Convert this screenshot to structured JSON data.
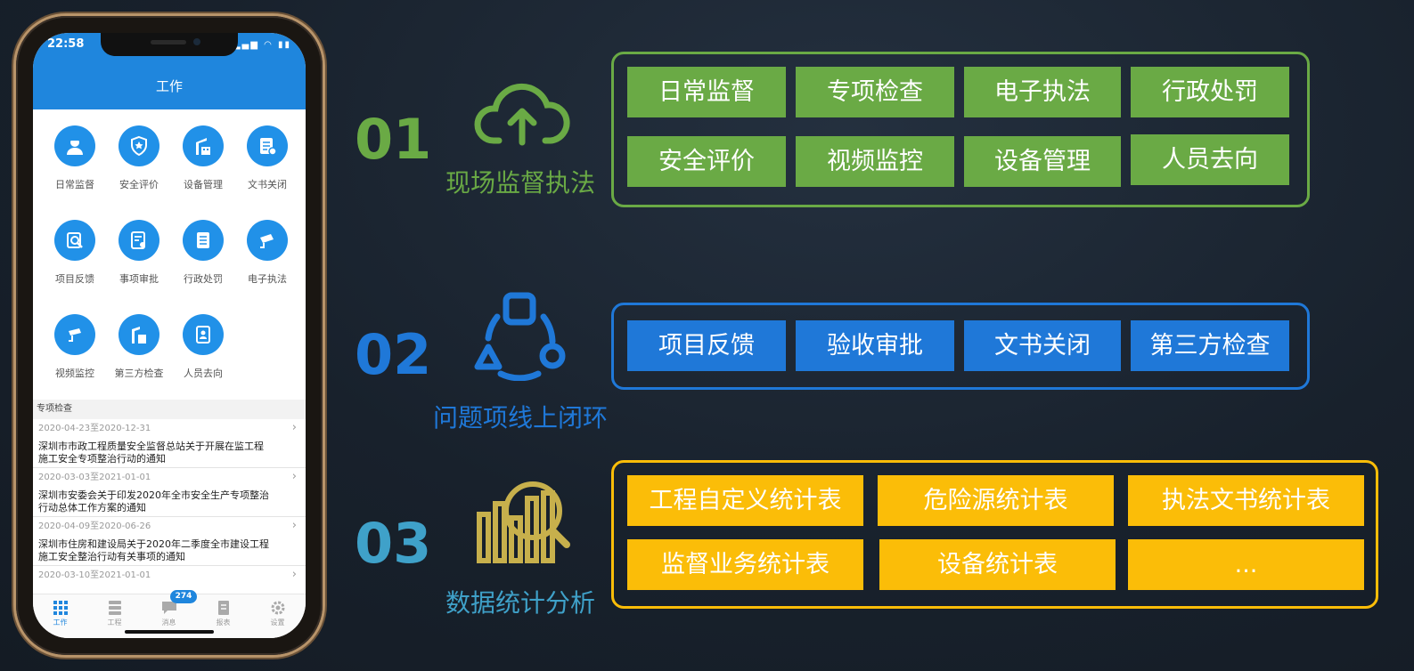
{
  "phone": {
    "status_time": "22:58",
    "title": "工作",
    "grid_items": [
      "日常监督",
      "安全评价",
      "设备管理",
      "文书关闭",
      "项目反馈",
      "事项审批",
      "行政处罚",
      "电子执法",
      "视频监控",
      "第三方检查",
      "人员去向"
    ],
    "section_title": "专项检查",
    "news": [
      {
        "date": "2020-04-23至2020-12-31",
        "title_l1": "深圳市市政工程质量安全监督总站关于开展在监工程",
        "title_l2": "施工安全专项整治行动的通知"
      },
      {
        "date": "2020-03-03至2021-01-01",
        "title_l1": "深圳市安委会关于印发2020年全市安全生产专项整治",
        "title_l2": "行动总体工作方案的通知"
      },
      {
        "date": "2020-04-09至2020-06-26",
        "title_l1": "深圳市住房和建设局关于2020年二季度全市建设工程",
        "title_l2": "施工安全整治行动有关事项的通知"
      },
      {
        "date": "2020-03-10至2021-01-01"
      }
    ],
    "tabs": [
      "工作",
      "工程",
      "消息",
      "报表",
      "设置"
    ],
    "badge": "274"
  },
  "colors": {
    "green": "#6aaa45",
    "blue": "#1f78d8",
    "yellow": "#fbbd08",
    "teal": "#3fa1c9"
  },
  "sections": [
    {
      "number": "01",
      "title": "现场监督执法",
      "icon": "cloud-upload-icon",
      "buttons": [
        "日常监督",
        "专项检查",
        "电子执法",
        "行政处罚",
        "安全评价",
        "视频监控",
        "设备管理",
        "人员去向"
      ]
    },
    {
      "number": "02",
      "title": "问题项线上闭环",
      "icon": "cycle-icon",
      "buttons": [
        "项目反馈",
        "验收审批",
        "文书关闭",
        "第三方检查"
      ]
    },
    {
      "number": "03",
      "title": "数据统计分析",
      "icon": "bar-chart-search-icon",
      "buttons": [
        "工程自定义统计表",
        "危险源统计表",
        "执法文书统计表",
        "监督业务统计表",
        "设备统计表",
        "..."
      ]
    }
  ]
}
